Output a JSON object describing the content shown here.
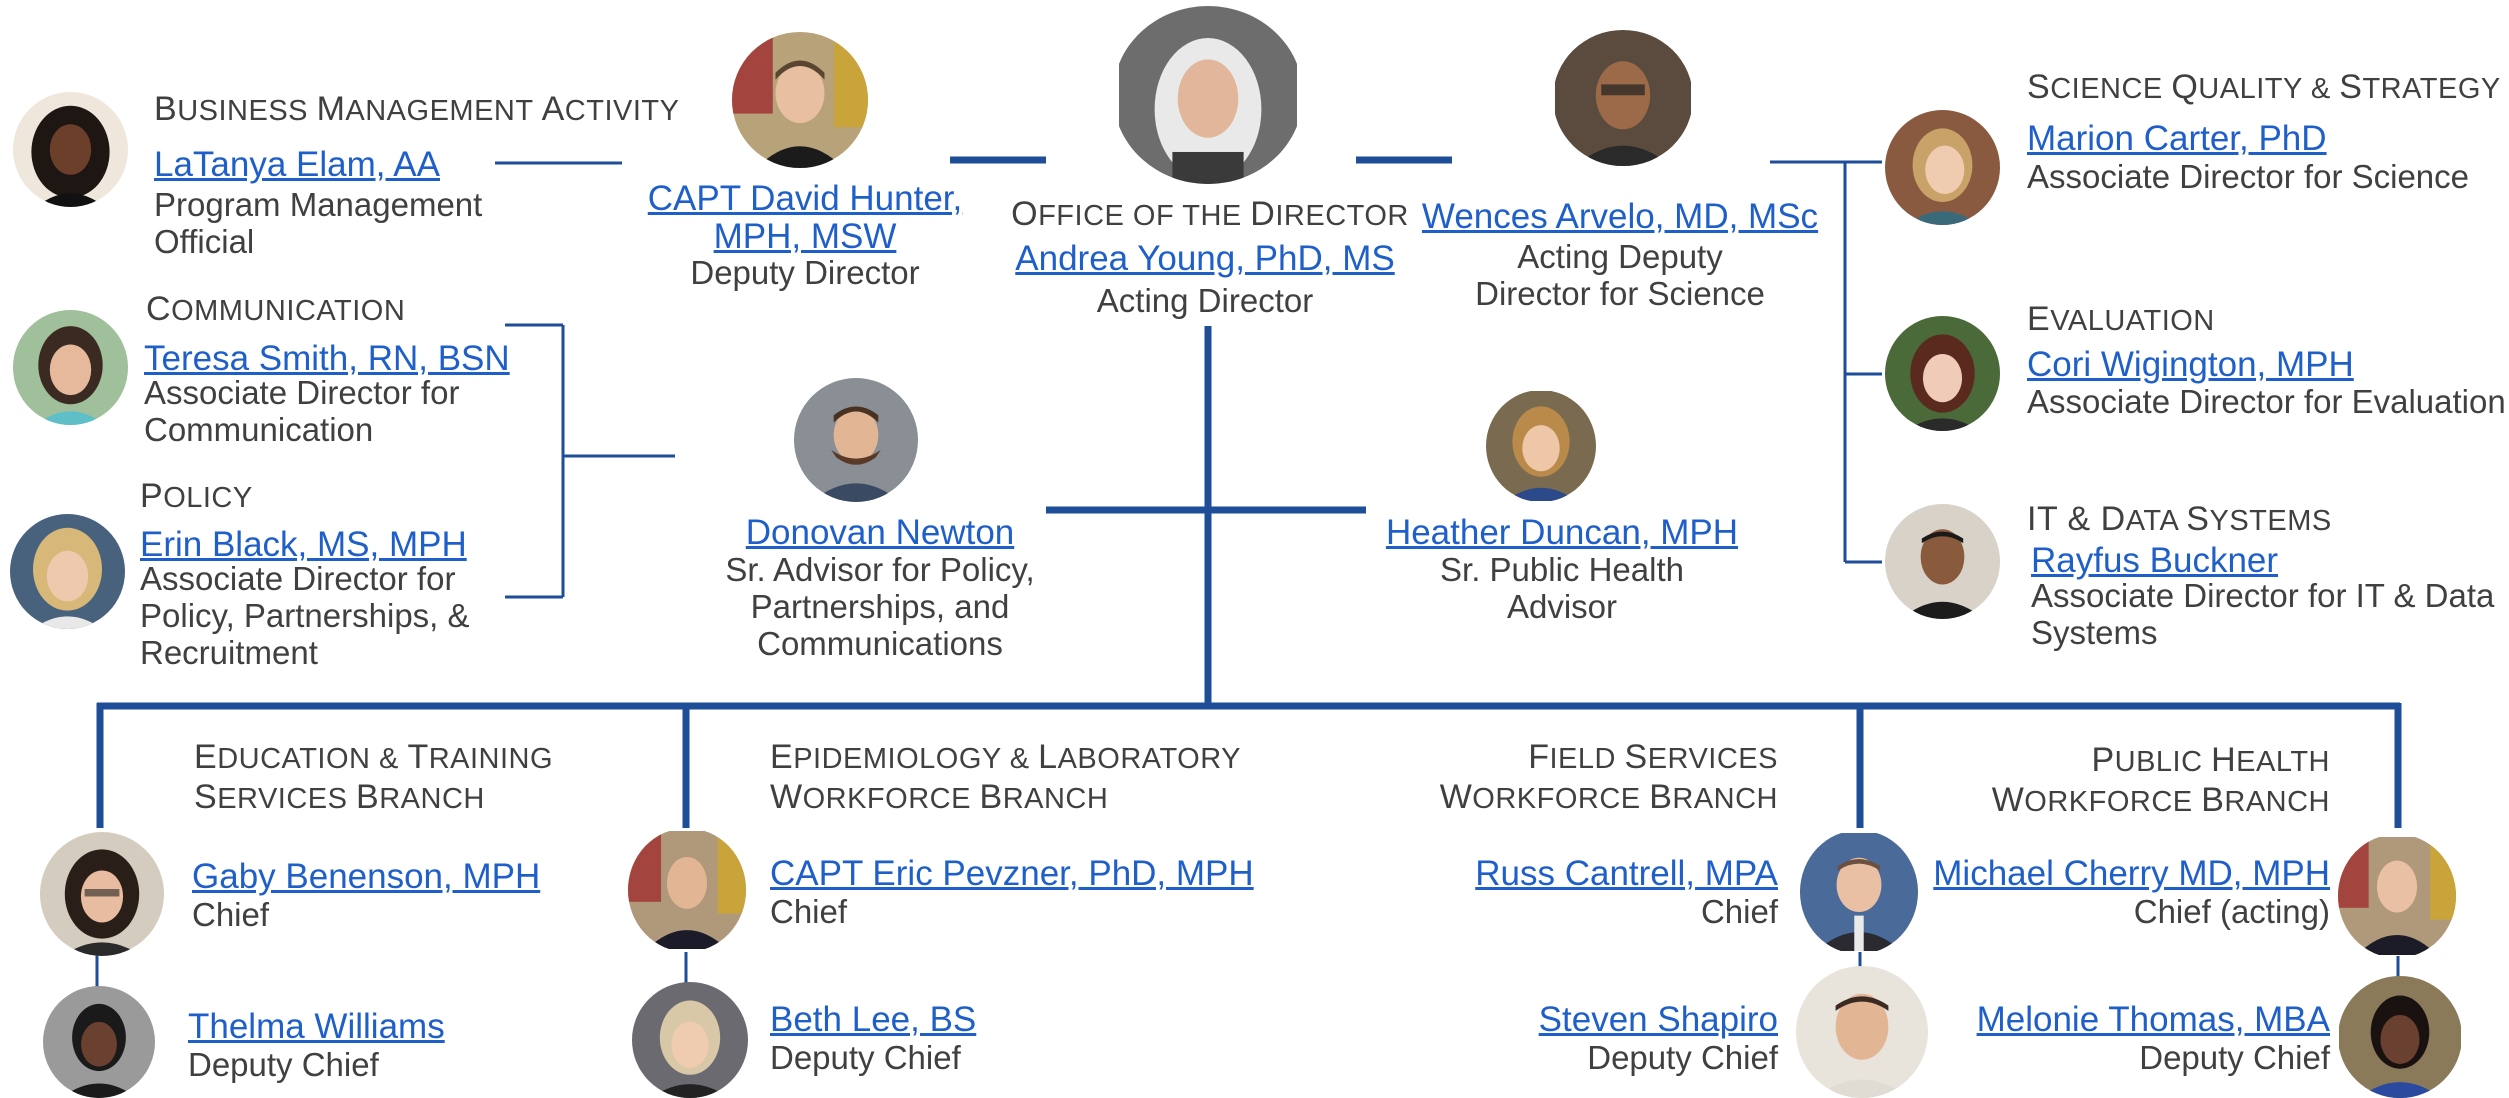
{
  "colors": {
    "line": "#1f4e99",
    "link": "#1f5fc9",
    "text": "#404040"
  },
  "director": {
    "office_first": "O",
    "office_rest": "FFICE OF THE ",
    "office2_first": "D",
    "office2_rest": "IRECTOR",
    "name": "Andrea Young, PhD, MS",
    "title": "Acting Director"
  },
  "deputy_director": {
    "name1": "CAPT David Hunter,",
    "name2": "MPH, MSW",
    "title": "Deputy Director"
  },
  "deputy_science": {
    "name": "Wences Arvelo, MD, MSc",
    "title1": "Acting Deputy",
    "title2": "Director for Science"
  },
  "business": {
    "h1": "B",
    "h1r": "USINESS ",
    "h2": "M",
    "h2r": "ANAGEMENT ",
    "h3": "A",
    "h3r": "CTIVITY",
    "name": "LaTanya Elam, AA",
    "title1": "Program Management",
    "title2": "Official"
  },
  "communication": {
    "h1": "C",
    "h1r": "OMMUNICATION",
    "name": "Teresa Smith, RN, BSN",
    "title1": "Associate Director for",
    "title2": "Communication"
  },
  "policy": {
    "h1": "P",
    "h1r": "OLICY",
    "name": "Erin Black, MS, MPH",
    "title1": "Associate Director for",
    "title2": "Policy, Partnerships, &",
    "title3": "Recruitment"
  },
  "advisor_policy": {
    "name": "Donovan Newton",
    "title1": "Sr. Advisor for Policy,",
    "title2": "Partnerships, and",
    "title3": "Communications"
  },
  "advisor_health": {
    "name": "Heather Duncan, MPH",
    "title1": "Sr. Public Health",
    "title2": "Advisor"
  },
  "science_quality": {
    "h1": "S",
    "h1r": "CIENCE ",
    "h2": "Q",
    "h2r": "UALITY & ",
    "h3": "S",
    "h3r": "TRATEGY",
    "name": "Marion Carter, PhD",
    "title": "Associate Director for Science"
  },
  "evaluation": {
    "h1": "E",
    "h1r": "VALUATION",
    "name": "Cori Wigington, MPH",
    "title": "Associate Director for Evaluation"
  },
  "it_data": {
    "h1": "IT & D",
    "h1r": "ATA ",
    "h2": "S",
    "h2r": "YSTEMS",
    "name": "Rayfus Buckner",
    "title1": "Associate Director for IT & Data",
    "title2": "Systems"
  },
  "branches": [
    {
      "h1": "E",
      "h1r": "DUCATION & ",
      "h2": "T",
      "h2r": "RAINING",
      "h3": "S",
      "h3r": "ERVICES ",
      "h4": "B",
      "h4r": "RANCH",
      "chief": "Gaby Benenson, MPH",
      "chief_title": "Chief",
      "deputy": "Thelma Williams",
      "deputy_title": "Deputy Chief"
    },
    {
      "h1": "E",
      "h1r": "PIDEMIOLOGY & ",
      "h2": "L",
      "h2r": "ABORATORY",
      "h3": "W",
      "h3r": "ORKFORCE ",
      "h4": "B",
      "h4r": "RANCH",
      "chief": "CAPT Eric Pevzner, PhD, MPH",
      "chief_title": "Chief",
      "deputy": "Beth Lee, BS",
      "deputy_title": "Deputy Chief"
    },
    {
      "h1": "F",
      "h1r": "IELD ",
      "h2": "S",
      "h2r": "ERVICES",
      "h3": "W",
      "h3r": "ORKFORCE ",
      "h4": "B",
      "h4r": "RANCH",
      "chief": "Russ Cantrell, MPA",
      "chief_title": "Chief",
      "deputy": "Steven Shapiro",
      "deputy_title": "Deputy Chief"
    },
    {
      "h1": "P",
      "h1r": "UBLIC ",
      "h2": "H",
      "h2r": "EALTH",
      "h3": "W",
      "h3r": "ORKFORCE ",
      "h4": "B",
      "h4r": "RANCH",
      "chief": "Michael Cherry MD, MPH",
      "chief_title": "Chief (acting)",
      "deputy": "Melonie Thomas, MBA",
      "deputy_title": "Deputy Chief"
    }
  ]
}
